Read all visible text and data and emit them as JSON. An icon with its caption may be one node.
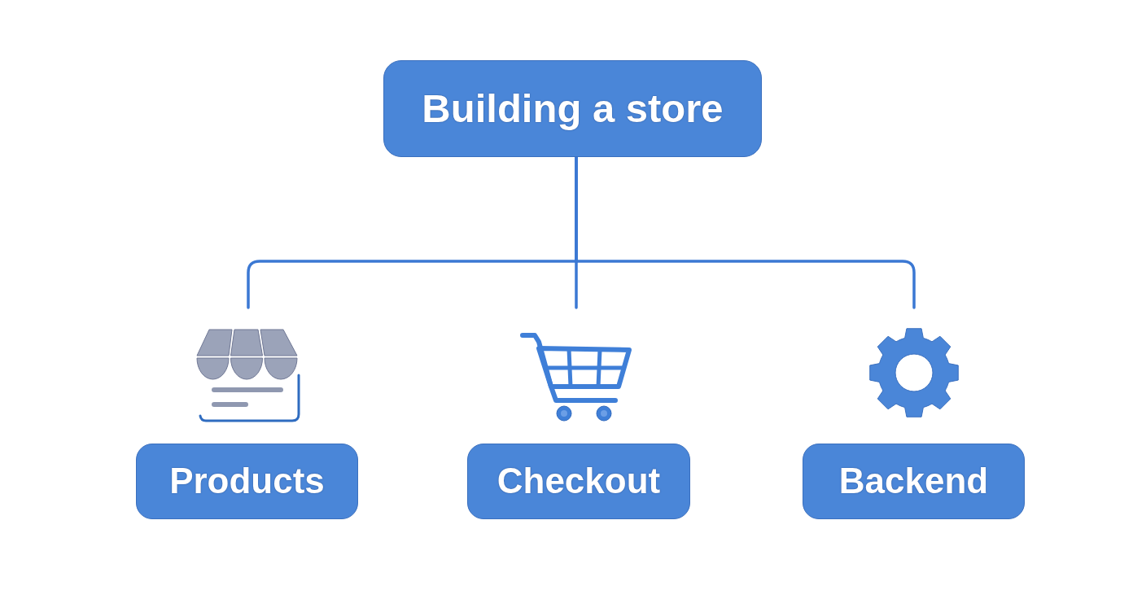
{
  "diagram": {
    "nodes": [
      {
        "text": [
          "Building a store"
        ]
      },
      {
        "text": [],
        "shape": "picture"
      },
      {
        "text": [],
        "shape": "picture"
      },
      {
        "text": [],
        "shape": "picture"
      },
      {
        "text": [
          "Products"
        ]
      },
      {
        "text": [
          "Checkout"
        ]
      },
      {
        "text": [
          "Backend"
        ]
      }
    ],
    "edges": [
      {
        "from": 0,
        "to": 1,
        "arrow": "none"
      },
      {
        "from": 0,
        "to": 2,
        "arrow": "none"
      },
      {
        "from": 0,
        "to": 3,
        "arrow": "none"
      }
    ]
  }
}
